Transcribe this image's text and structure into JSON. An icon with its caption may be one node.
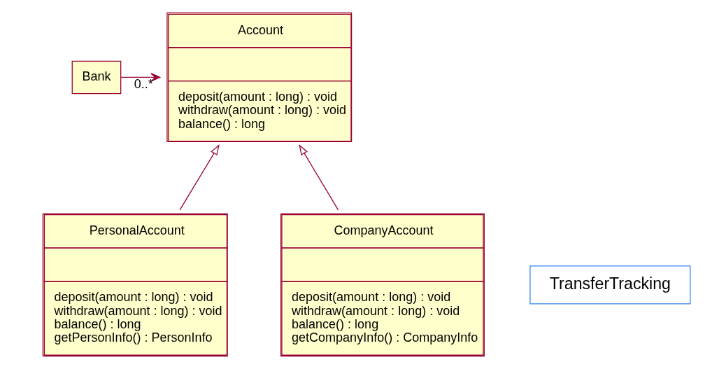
{
  "diagram": {
    "nodes": [
      {
        "text": [
          "Account",
          "deposit(amount : long) : void",
          "withdraw(amount : long) : void",
          "balance() : long"
        ]
      },
      {
        "text": [
          "Bank"
        ]
      },
      {
        "text": [
          "PersonalAccount",
          "deposit(amount : long) : void",
          "withdraw(amount : long) : void",
          "balance() : long",
          "getPersonInfo() : PersonInfo"
        ]
      },
      {
        "text": [
          "CompanyAccount",
          "deposit(amount : long) : void",
          "withdraw(amount : long) : void",
          "balance() : long",
          "getCompanyInfo() : CompanyInfo"
        ]
      },
      {
        "text": [
          "TransferTracking"
        ]
      }
    ],
    "edges": [
      {
        "from": 1,
        "to": 0,
        "arrow": "to",
        "label": "0..*"
      },
      {
        "from": 2,
        "to": 0,
        "arrow": "to"
      },
      {
        "from": 3,
        "to": 0,
        "arrow": "to"
      }
    ]
  }
}
